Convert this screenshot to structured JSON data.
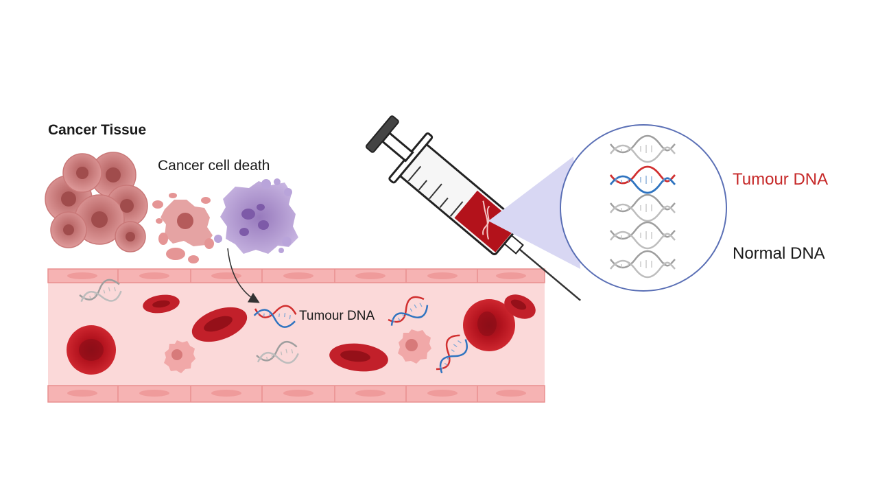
{
  "labels": {
    "cancer_tissue": "Cancer Tissue",
    "cancer_cell_death": "Cancer cell death",
    "tumour_dna_vessel": "Tumour DNA",
    "tumour_dna_legend": "Tumour DNA",
    "normal_dna_legend": "Normal DNA"
  },
  "colors": {
    "tumour_legend_text": "#c62828",
    "normal_legend_text": "#1a1a1a",
    "vessel_fill": "#fbd7d7",
    "vessel_wall": "#f3a7a7",
    "red_blood_cell": "#c0202a",
    "dna_tumour_strand_a": "#d12f2f",
    "dna_tumour_strand_b": "#2f74c0",
    "dna_normal": "#9e9e9e",
    "syringe_blood": "#b3121b",
    "magnifier_border": "#5a6fb5",
    "magnifier_beam": "#d8d7f3",
    "cancer_cell": "#e08f8f",
    "dying_cell": "#a78bc9"
  },
  "icons": {
    "cancer_tissue": "cancer-cell-cluster-icon",
    "dying_cells": "dying-cell-debris-icon",
    "syringe": "syringe-icon",
    "magnifier": "magnifier-circle-icon",
    "dna": "dna-helix-icon",
    "red_blood_cell": "red-blood-cell-icon",
    "white_blood_cell": "white-blood-cell-icon"
  }
}
